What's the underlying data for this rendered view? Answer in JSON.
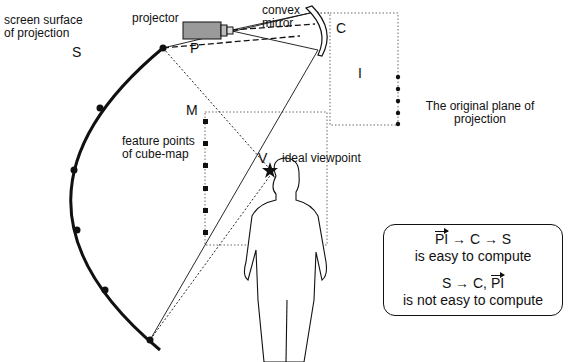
{
  "diagram": {
    "nodes": [
      {
        "text": [
          "PI → C → S",
          "is easy to compute",
          "S → C, PI",
          "is not easy to compute"
        ]
      }
    ],
    "labels": [
      "projector",
      "P",
      "convex mirror",
      "C",
      "I",
      "The original plane of projection",
      "screen surface of projection",
      "S",
      "M",
      "feature points of cube-map",
      "V",
      "ideal viewpoint"
    ]
  }
}
